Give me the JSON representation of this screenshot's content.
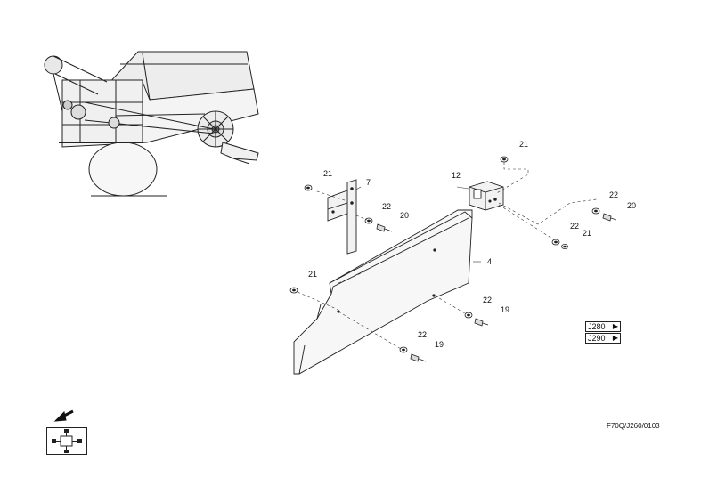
{
  "callouts": {
    "c21_top": "21",
    "c12": "12",
    "c22_right": "22",
    "c20_right": "20",
    "c21_left": "21",
    "c7": "7",
    "c22_mid": "22",
    "c20_mid": "20",
    "c22_r2": "22",
    "c21_r2": "21",
    "c4": "4",
    "c21_low": "21",
    "c22_low": "22",
    "c19_low": "19",
    "c22_bottom": "22",
    "c19_bottom": "19"
  },
  "references": {
    "ref1": "J280",
    "ref2": "J290",
    "arrow_glyph": "▶"
  },
  "drawing_code": "F70Q/J260/0103"
}
